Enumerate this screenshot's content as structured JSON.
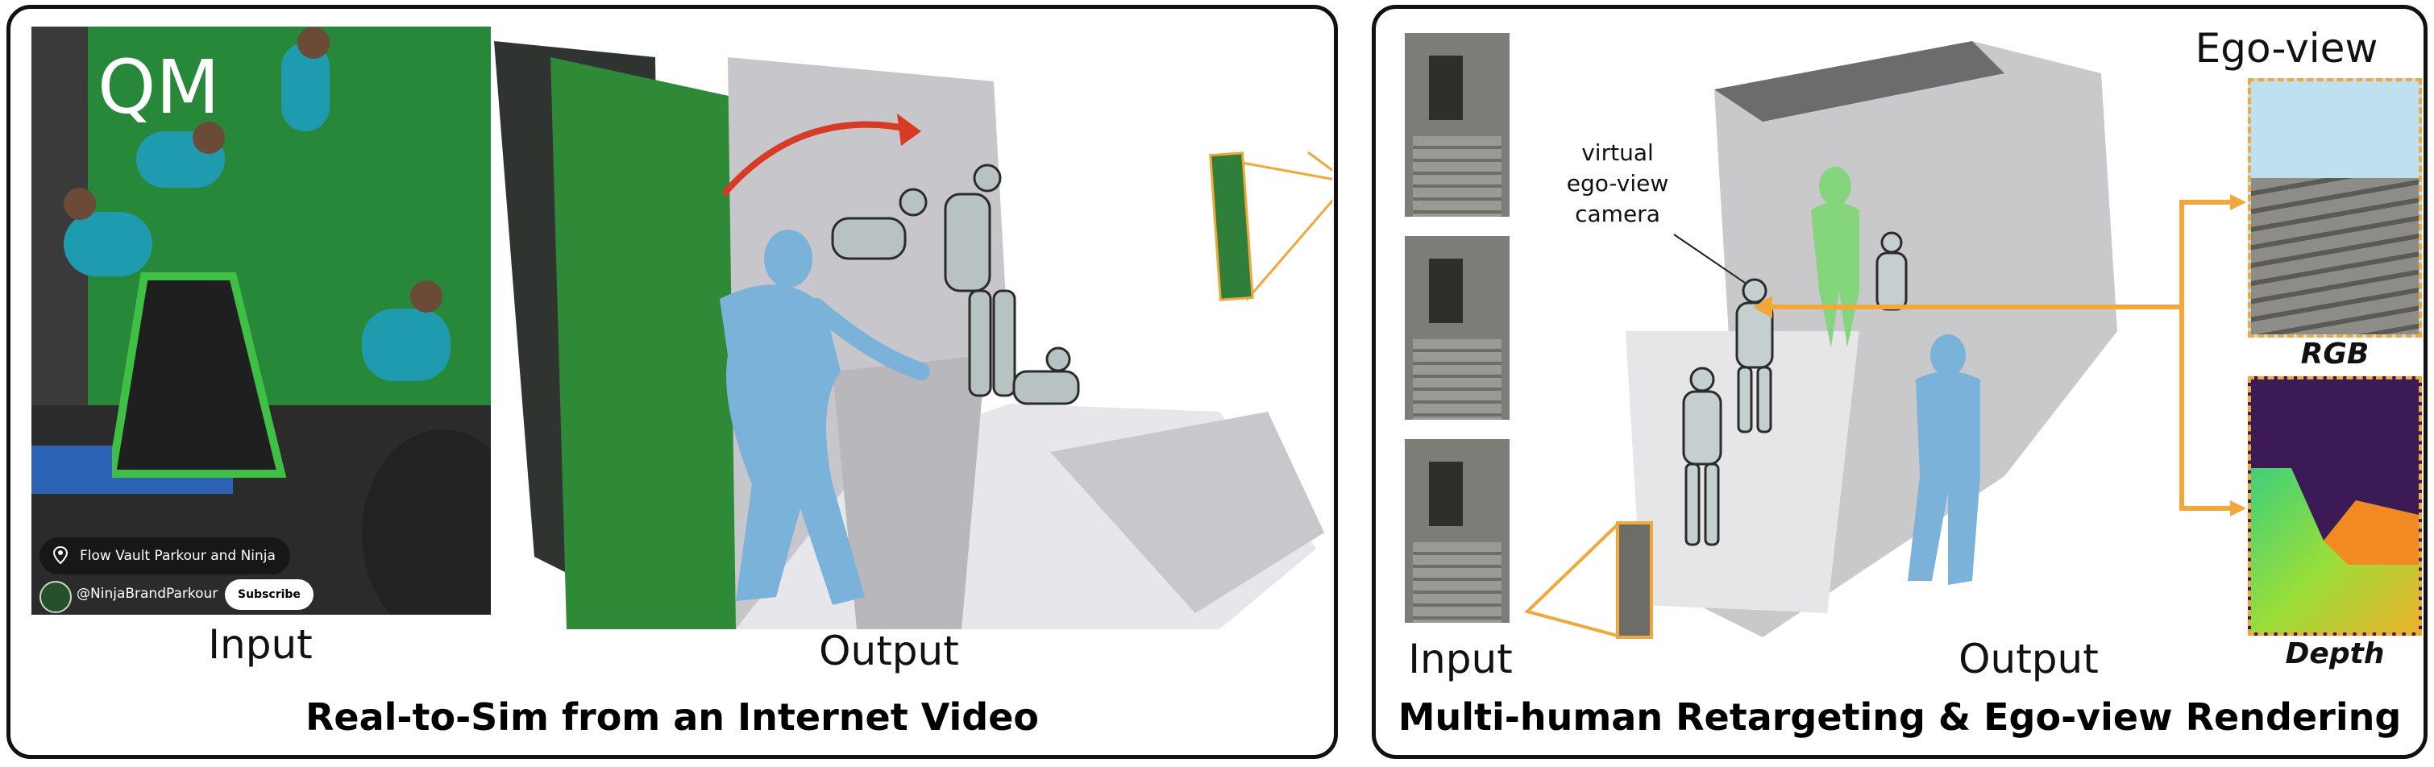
{
  "left_panel": {
    "caption": "Real-to-Sim from an Internet Video",
    "input_label": "Input",
    "output_label": "Output",
    "video": {
      "watermark": "QM",
      "channel_location": "Flow Vault Parkour and Ninja",
      "channel_handle": "@NinjaBrandParkour",
      "subscribe_label": "Subscribe"
    }
  },
  "right_panel": {
    "caption": "Multi-human Retargeting & Ego-view Rendering",
    "input_label": "Input",
    "output_label": "Output",
    "ego_view_title": "Ego-view",
    "camera_callout": [
      "virtual",
      "ego-view",
      "camera"
    ],
    "rgb_label": "RGB",
    "depth_label": "Depth"
  },
  "colors": {
    "panel_border": "#111111",
    "green_screen": "#27883a",
    "human_blue": "#7bb2d9",
    "robot_gray": "#b8c2c2",
    "arrow_red": "#d73a25",
    "arrow_orange": "#f2a73b",
    "sky_blue": "#bfe0f0",
    "depth_purple": "#3b1a55"
  },
  "icons": [
    "location-pin-icon",
    "channel-avatar-icon",
    "red-curved-arrow-icon",
    "orange-arrow-icon",
    "camera-frustum-icon"
  ]
}
